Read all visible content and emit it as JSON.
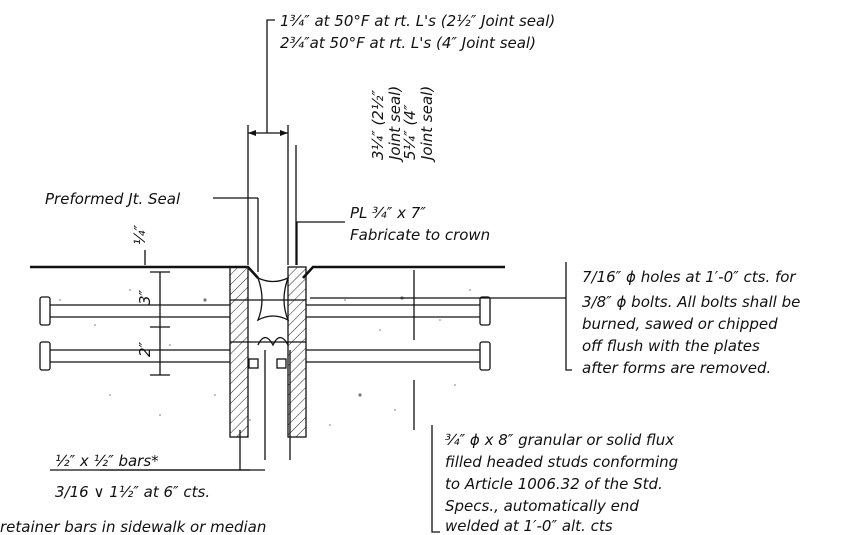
{
  "drawing": {
    "notes": {
      "gap_line1": "1¾″ at 50°F at rt. L's (2½″ Joint seal)",
      "gap_line2": "2¾″at 50°F at rt. L's (4″ Joint seal)",
      "depth_a": "3¼″ (2½″",
      "depth_a2": "Joint seal)",
      "depth_b": "5¼″ (4″",
      "depth_b2": "Joint seal)",
      "preformed": "Preformed Jt. Seal",
      "plate_line1": "PL ¾″ x 7″",
      "plate_line2": "Fabricate to crown",
      "quarter": "¼″",
      "dim_3": "3″",
      "dim_2": "2″",
      "holes_1": "7/16″ ϕ holes at 1′-0″ cts. for",
      "holes_2": "3/8″ ϕ bolts.  All bolts shall be",
      "holes_3": "burned, sawed or chipped",
      "holes_4": "off flush with the plates",
      "holes_5": "after forms are removed.",
      "bars": "½″ x ½″ bars*",
      "weld": "3/16 ∨ 1½″ at 6″ cts.",
      "studs_1": "¾″ ϕ x 8″ granular or solid flux",
      "studs_2": "filled headed studs conforming",
      "studs_3": "to Article 1006.32 of the Std.",
      "studs_4": "Specs., automatically end",
      "studs_5": "welded at 1′-0″ alt. cts",
      "retainer": "retainer bars in sidewalk or median"
    }
  }
}
